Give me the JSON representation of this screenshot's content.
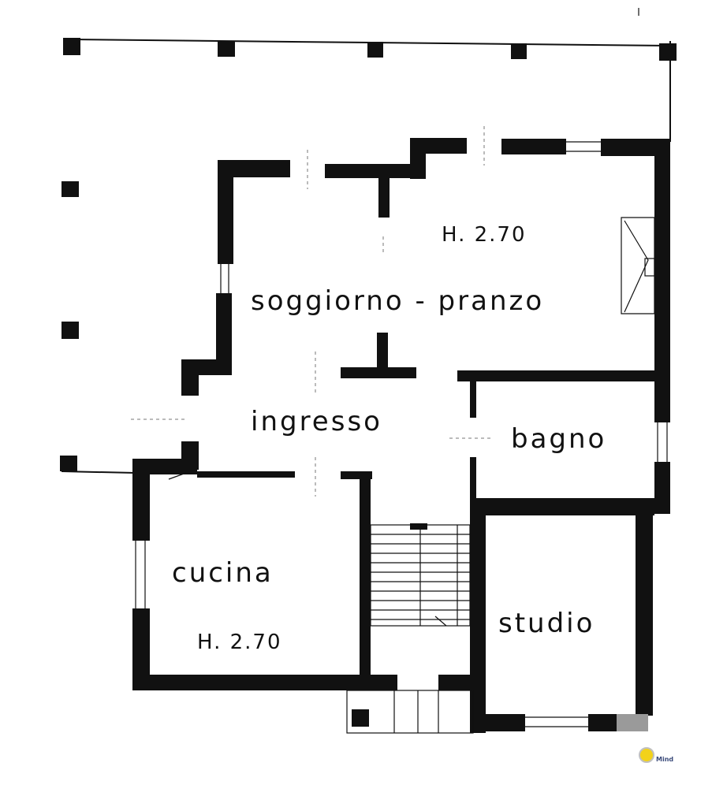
{
  "rooms": {
    "living": {
      "label": "soggiorno - pranzo",
      "height": "H. 2.70"
    },
    "entrance": {
      "label": "ingresso"
    },
    "bathroom": {
      "label": "bagno"
    },
    "kitchen": {
      "label": "cucina",
      "height": "H. 2.70"
    },
    "study": {
      "label": "studio"
    }
  },
  "logo": {
    "text": "Mind",
    "icon": "sun-logo-icon"
  },
  "colors": {
    "wall": "#111111",
    "background": "#ffffff",
    "logo_gray": "#9a9a9a",
    "logo_yellow": "#f2d21b"
  }
}
